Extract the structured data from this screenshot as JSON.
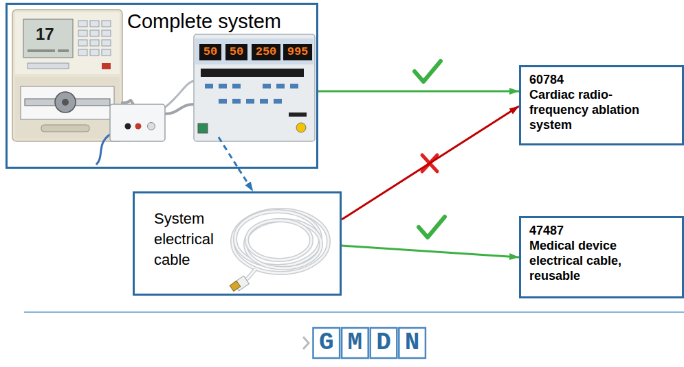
{
  "diagram": {
    "nodes": [
      {
        "text": [
          "Complete system"
        ]
      },
      {
        "text": [
          "System electrical cable"
        ]
      },
      {
        "text": [
          "60784",
          "Cardiac radio-frequency ablation system"
        ]
      },
      {
        "text": [
          "47487",
          "Medical device electrical cable, reusable"
        ]
      }
    ],
    "edges": [
      {
        "from": 0,
        "to": 1,
        "arrow": "to"
      },
      {
        "from": 0,
        "to": 2,
        "arrow": "to"
      },
      {
        "from": 1,
        "to": 2,
        "arrow": "to"
      },
      {
        "from": 1,
        "to": 3,
        "arrow": "to"
      }
    ],
    "labels": [
      "17",
      "50",
      "50",
      "250",
      "995",
      "GMDN"
    ]
  }
}
